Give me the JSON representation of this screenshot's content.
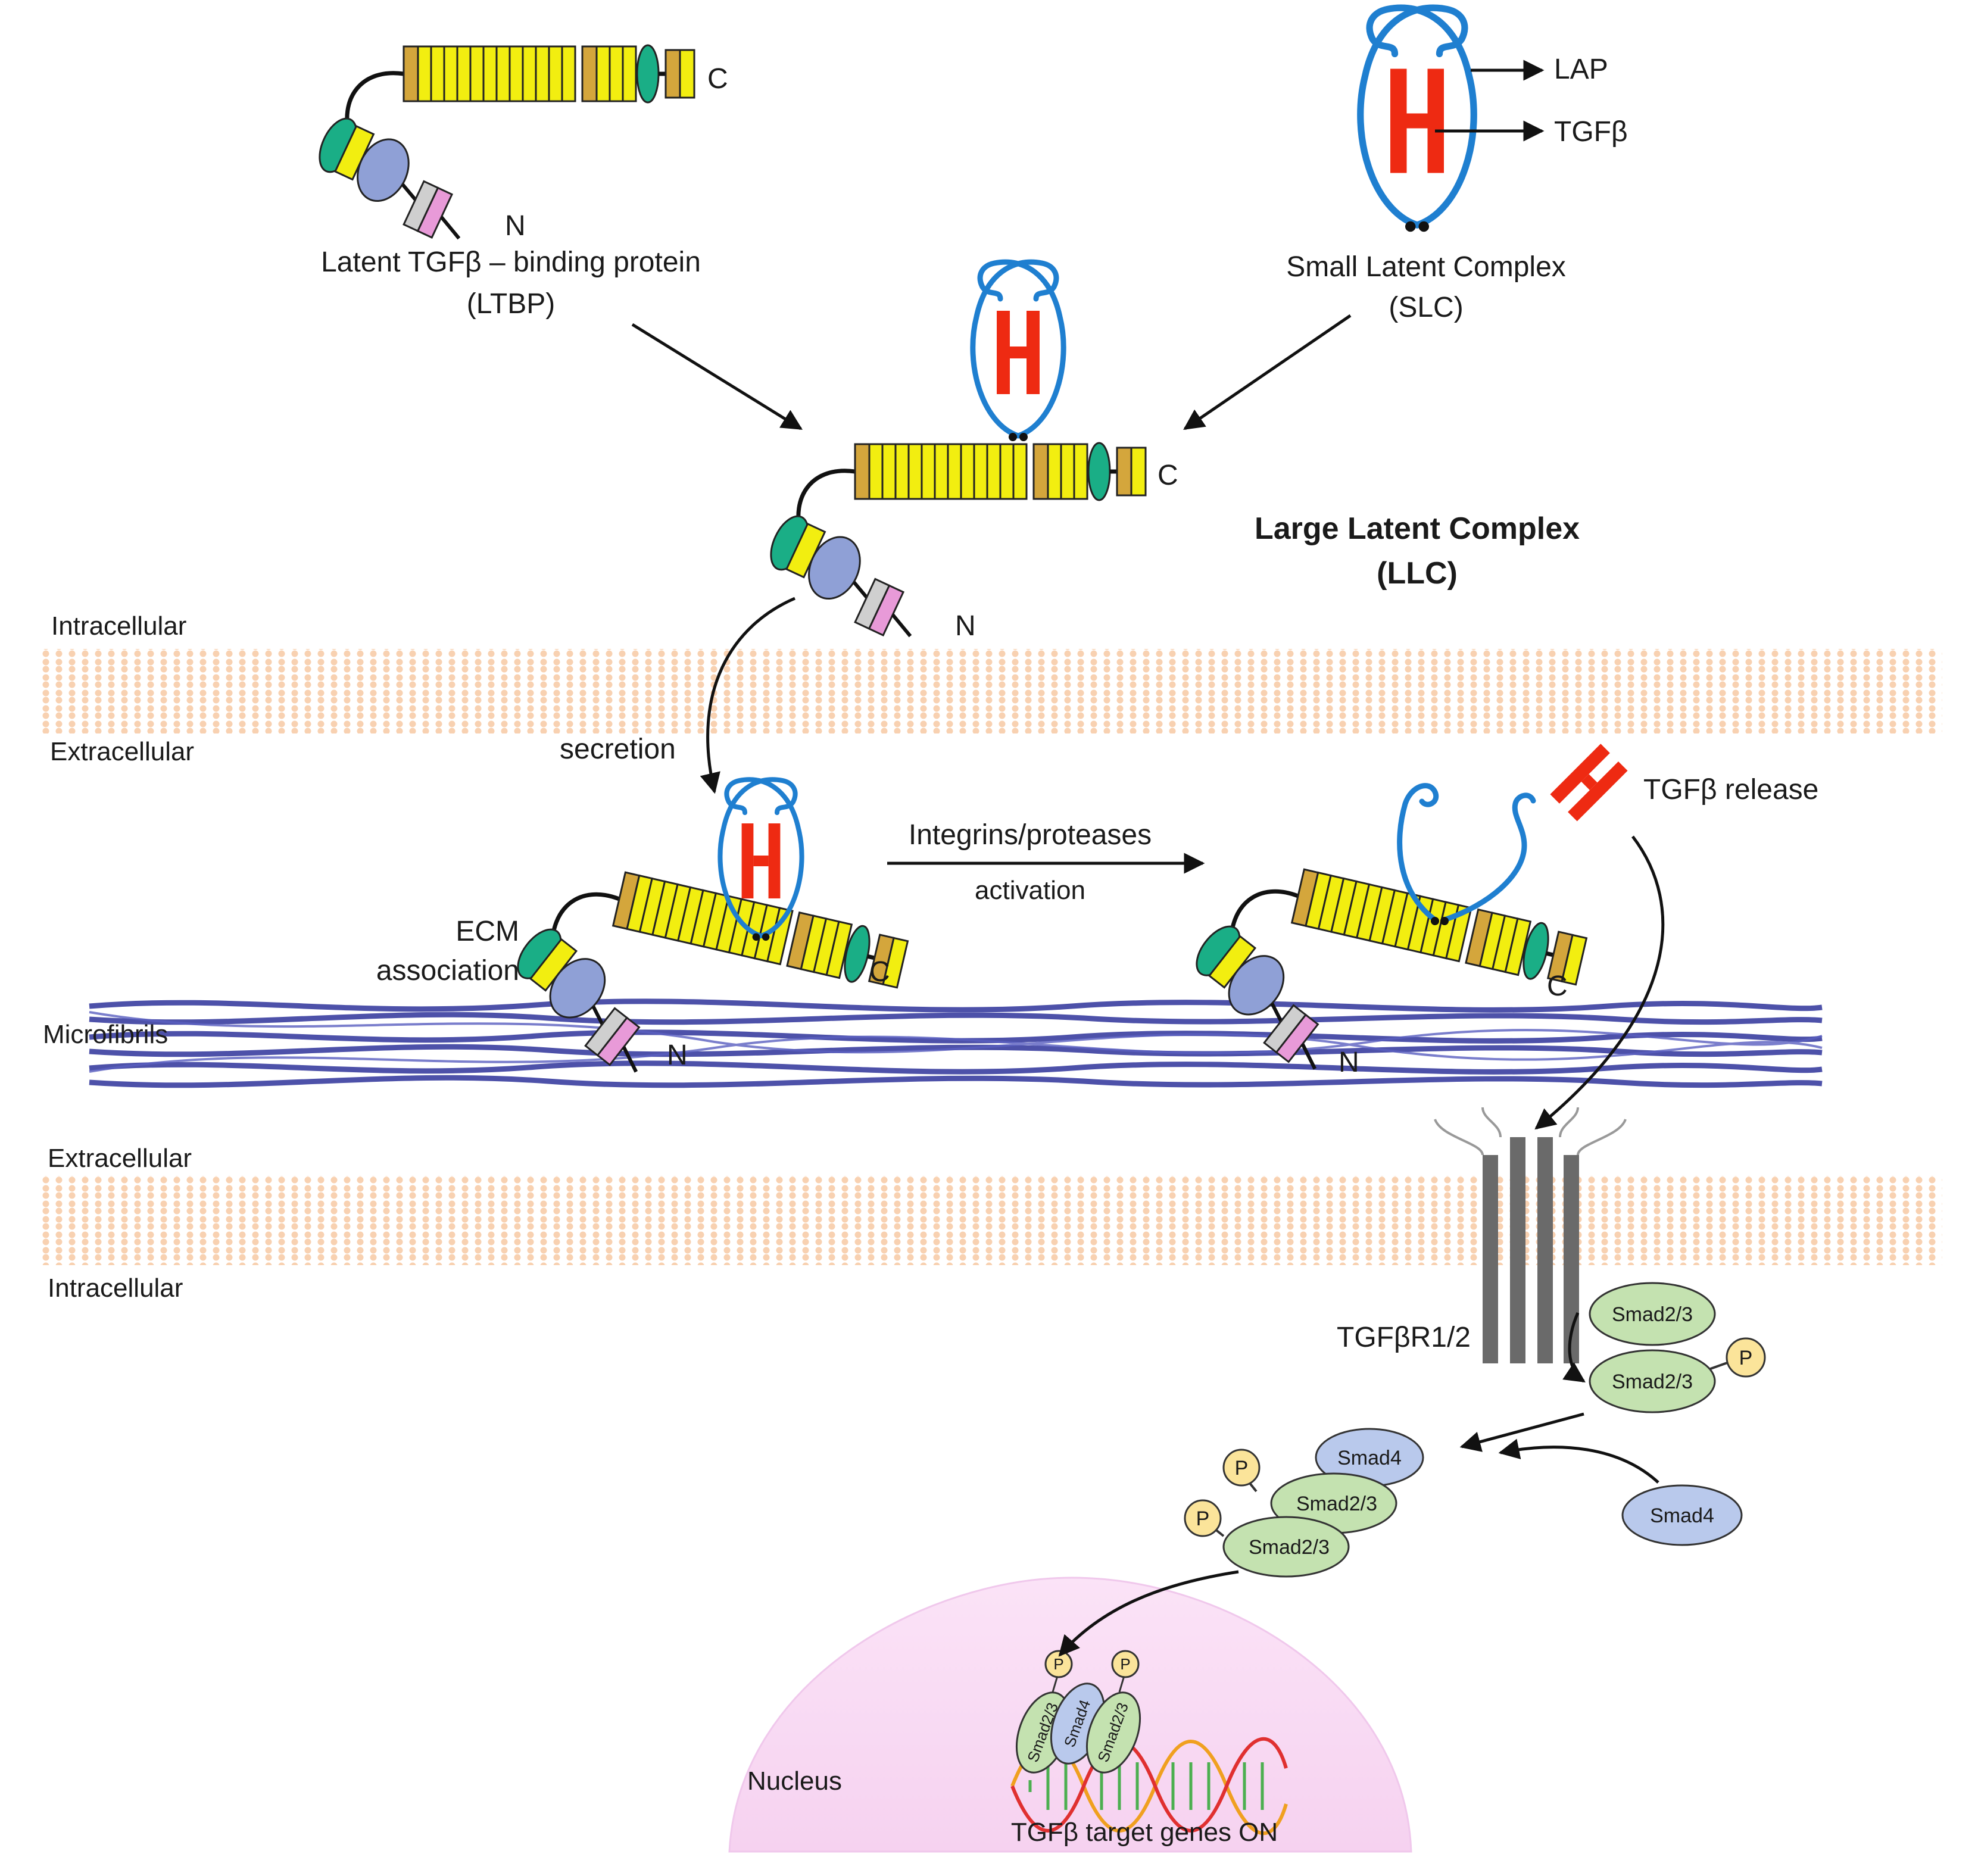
{
  "ltbp": {
    "name": "Latent TGFβ – binding  protein",
    "abbr": "(LTBP)",
    "c_term": "C",
    "n_term": "N"
  },
  "slc": {
    "name": "Small  Latent Complex",
    "abbr": "(SLC)",
    "lap": "LAP",
    "tgfb": "TGFβ"
  },
  "llc": {
    "name": "Large Latent Complex",
    "abbr": "(LLC)",
    "c_term": "C",
    "n_term": "N"
  },
  "compartments": {
    "top_intracellular": "Intracellular",
    "top_extracellular": "Extracellular",
    "bottom_extracellular": "Extracellular",
    "bottom_intracellular": "Intracellular",
    "microfibrils": "Microfibrils",
    "nucleus": "Nucleus"
  },
  "process": {
    "secretion": "secretion",
    "ecm_line1": "ECM",
    "ecm_line2": "association",
    "integrins": "Integrins/proteases",
    "activation": "activation",
    "release": "TGFβ release",
    "c_term_ecm": "C",
    "n_term_ecm": "N",
    "c_term_active": "C",
    "n_term_active": "N"
  },
  "signaling": {
    "receptor": "TGFβR1/2",
    "smad23_a": "Smad2/3",
    "smad23_b": "Smad2/3",
    "phospho": "P",
    "smad4_free": "Smad4",
    "complex_smad4": "Smad4",
    "complex_smad23_a": "Smad2/3",
    "complex_smad23_b": "Smad2/3",
    "dna_smad23_a": "Smad2/3",
    "dna_smad4": "Smad4",
    "dna_smad23_b": "Smad2/3",
    "target": "TGFβ target genes ON"
  },
  "colors": {
    "gold": "#d4a63c",
    "yellow": "#f2ee10",
    "green": "#1aae86",
    "lavender": "#8fa0d6",
    "grey": "#cfcfcf",
    "pink": "#e89ad8",
    "blue_lap": "#1f7fd0",
    "red_tgfb": "#ee2a12",
    "membrane": "#fad7b8",
    "fibril": "#3a3fa0",
    "receptor": "#6a6a6a",
    "smad23": "#c4e2b0",
    "smad4": "#b9c9ec",
    "phospho": "#fbe49a",
    "nucleus": "#fbe6f6"
  }
}
